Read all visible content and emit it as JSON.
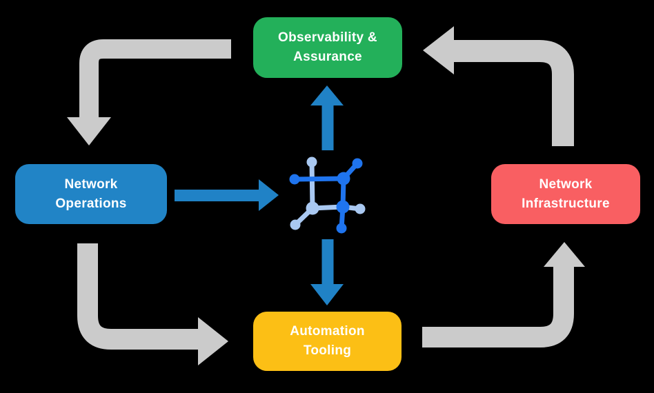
{
  "diagram": {
    "boxes": {
      "observability": {
        "lines": [
          "Observability &",
          "Assurance"
        ]
      },
      "operations": {
        "lines": [
          "Network",
          "Operations"
        ]
      },
      "infrastructure": {
        "lines": [
          "Network",
          "Infrastructure"
        ]
      },
      "automation": {
        "lines": [
          "Automation",
          "Tooling"
        ]
      }
    },
    "center_icon": "network-mesh-icon",
    "flows": [
      {
        "from": "Observability & Assurance",
        "to": "Network Operations",
        "style": "gray-loop"
      },
      {
        "from": "Network Operations",
        "to": "Automation Tooling",
        "style": "gray-loop"
      },
      {
        "from": "Automation Tooling",
        "to": "Network Infrastructure",
        "style": "gray-loop"
      },
      {
        "from": "Network Infrastructure",
        "to": "Observability & Assurance",
        "style": "gray-loop"
      },
      {
        "from": "Network Operations",
        "to": "center-icon",
        "style": "blue"
      },
      {
        "from": "center-icon",
        "to": "Observability & Assurance",
        "style": "blue"
      },
      {
        "from": "center-icon",
        "to": "Automation Tooling",
        "style": "blue"
      }
    ]
  },
  "colors": {
    "background": "#000000",
    "green": "#23B05A",
    "blue": "#2184C6",
    "red": "#F95F62",
    "yellow": "#FCBF15",
    "gray-arrow": "#CBCBCB",
    "blue-arrow": "#2082C6",
    "icon-blue": "#1F74EE",
    "icon-light": "#A9C8F1"
  }
}
